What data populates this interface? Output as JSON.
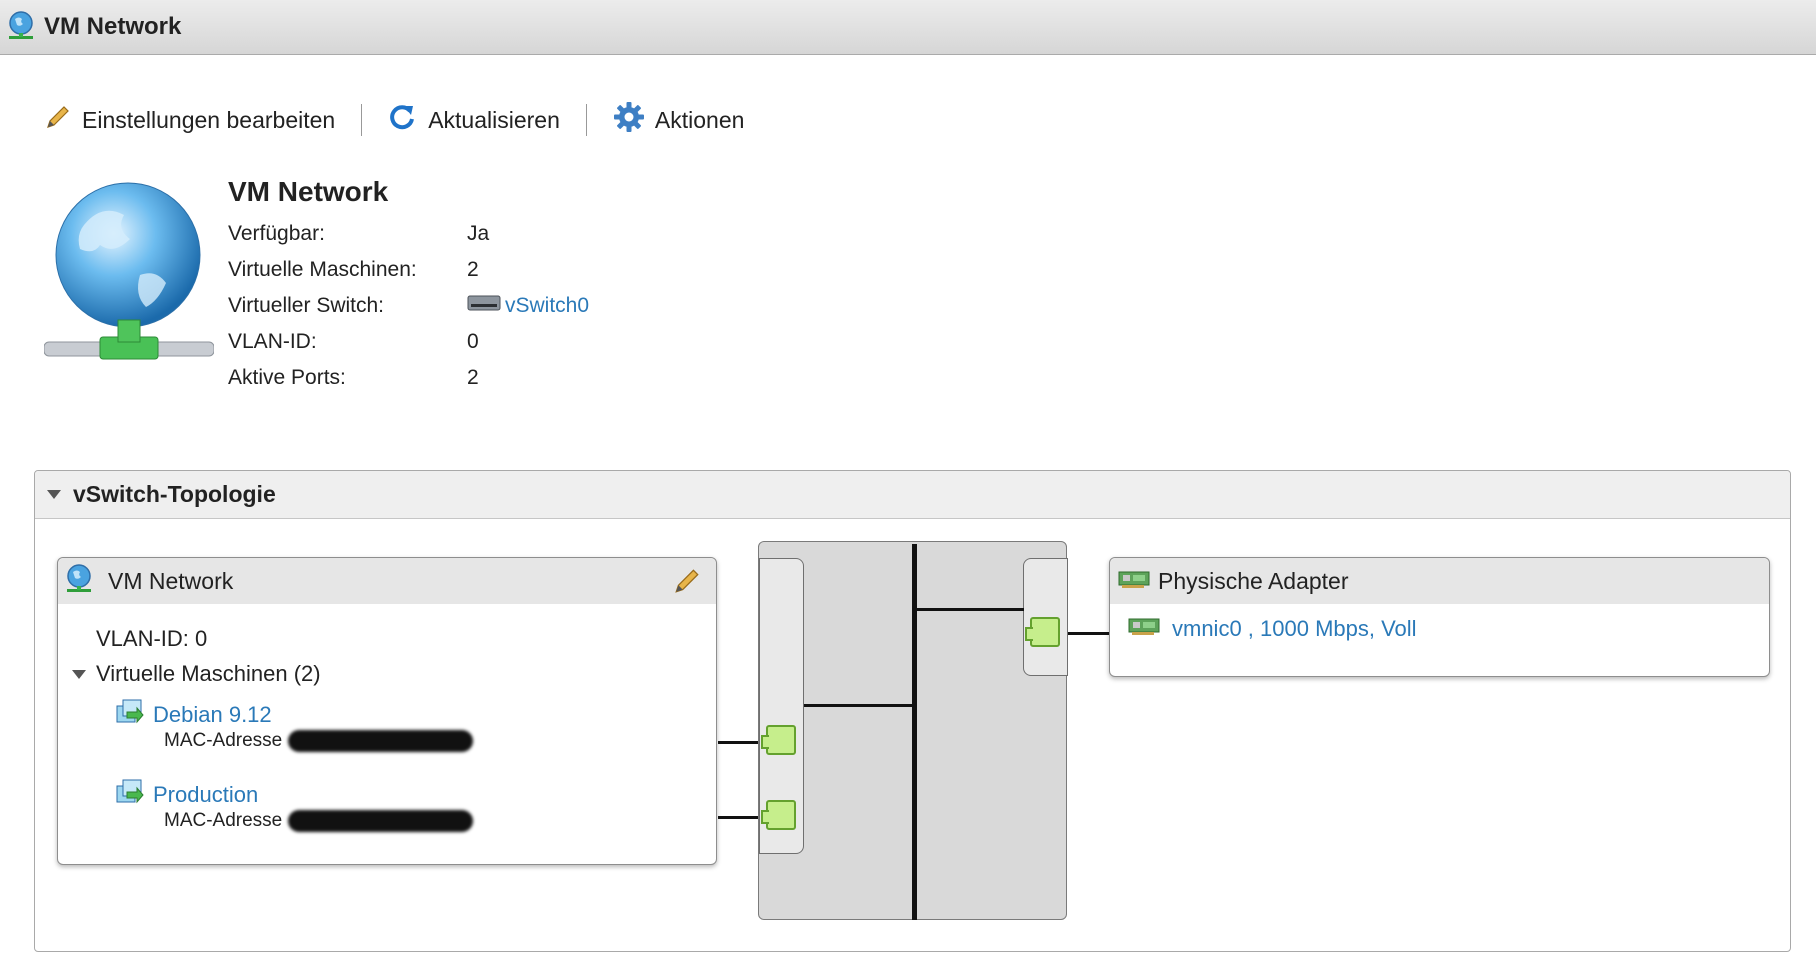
{
  "window": {
    "title": "VM Network"
  },
  "toolbar": {
    "edit_label": "Einstellungen bearbeiten",
    "refresh_label": "Aktualisieren",
    "actions_label": "Aktionen"
  },
  "summary": {
    "name": "VM Network",
    "rows": [
      {
        "label": "Verfügbar:",
        "value": "Ja"
      },
      {
        "label": "Virtuelle Maschinen:",
        "value": "2"
      },
      {
        "label": "Virtueller Switch:",
        "value": "vSwitch0"
      },
      {
        "label": "VLAN-ID:",
        "value": "0"
      },
      {
        "label": "Aktive Ports:",
        "value": "2"
      }
    ]
  },
  "topology": {
    "section_title": "vSwitch-Topologie",
    "portgroup": {
      "name": "VM Network",
      "vlan": "VLAN-ID: 0",
      "vms_label": "Virtuelle Maschinen (2)",
      "vms": [
        {
          "name": "Debian 9.12",
          "mac_label": "MAC-Adresse"
        },
        {
          "name": "Production",
          "mac_label": "MAC-Adresse"
        }
      ]
    },
    "adapters": {
      "title": "Physische Adapter",
      "items": [
        {
          "label": "vmnic0 , 1000 Mbps, Voll"
        }
      ]
    }
  },
  "colors": {
    "link": "#2a79b8",
    "port_fill": "#c6ee8c",
    "port_border": "#64a12e"
  }
}
